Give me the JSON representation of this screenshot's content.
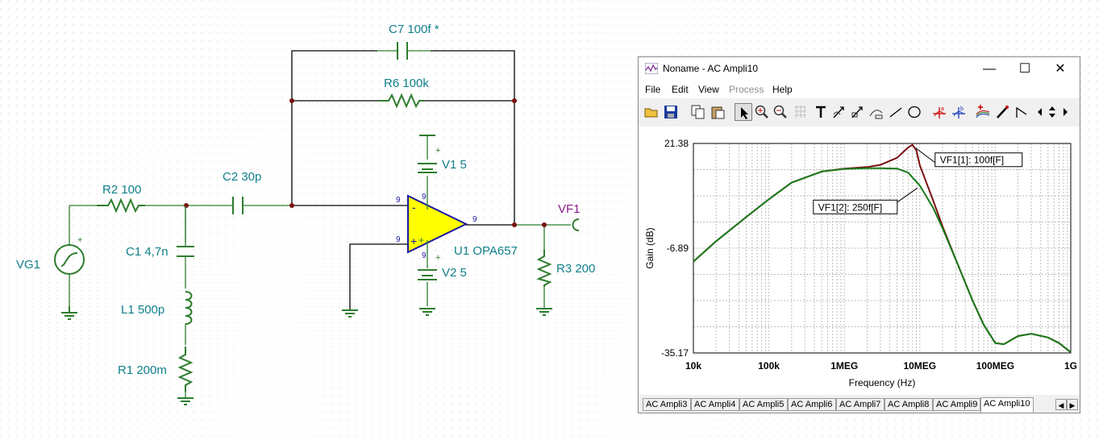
{
  "schematic": {
    "components": {
      "c7": "C7 100f *",
      "r6": "R6 100k",
      "c2": "C2 30p",
      "r2": "R2 100",
      "v1": "V1 5",
      "v2": "V2 5",
      "vg1": "VG1",
      "c1": "C1 4,7n",
      "l1": "L1 500p",
      "r1": "R1 200m",
      "u1": "U1 OPA657",
      "r3": "R3 200",
      "vf1": "VF1"
    },
    "pin_labels": {
      "p_inv": "9",
      "p_noninv": "9",
      "p_vtop": "9",
      "p_vbot": "9",
      "p_out": "9"
    },
    "signs": {
      "plus": "+",
      "minus": "-"
    }
  },
  "window": {
    "title": "Noname - AC Ampli10",
    "controls": {
      "minimize": "—",
      "maximize": "☐",
      "close": "✕"
    },
    "menu": [
      {
        "label": "File",
        "enabled": true
      },
      {
        "label": "Edit",
        "enabled": true
      },
      {
        "label": "View",
        "enabled": true
      },
      {
        "label": "Process",
        "enabled": false
      },
      {
        "label": "Help",
        "enabled": true
      }
    ],
    "toolbar_icons": [
      "open-icon",
      "save-icon",
      "copy-icon",
      "paste-icon",
      "pointer-icon",
      "zoom-in-icon",
      "zoom-out-icon",
      "grid-icon",
      "text-icon",
      "arrow-label-icon",
      "label-icon",
      "curve-label-icon",
      "line-icon",
      "ellipse-icon",
      "cursor-a-icon",
      "cursor-b-icon",
      "add-curve-icon",
      "pen-icon",
      "step-icon"
    ],
    "tabs": [
      "AC Ampli3",
      "AC Ampli4",
      "AC Ampli5",
      "AC Ampli6",
      "AC Ampli7",
      "AC Ampli8",
      "AC Ampli9",
      "AC Ampli10"
    ],
    "active_tab": "AC Ampli10"
  },
  "chart_data": {
    "type": "line",
    "xlabel": "Frequency (Hz)",
    "ylabel": "Gain (dB)",
    "x_scale": "log",
    "xlim": [
      10000,
      1000000000
    ],
    "ylim": [
      -35.17,
      21.38
    ],
    "x_ticks": [
      {
        "value": 10000,
        "label": "10k"
      },
      {
        "value": 100000,
        "label": "100k"
      },
      {
        "value": 1000000,
        "label": "1MEG"
      },
      {
        "value": 10000000,
        "label": "10MEG"
      },
      {
        "value": 100000000,
        "label": "100MEG"
      },
      {
        "value": 1000000000,
        "label": "1G"
      }
    ],
    "y_ticks": [
      {
        "value": 21.38,
        "label": "21.38"
      },
      {
        "value": -6.89,
        "label": "-6.89"
      },
      {
        "value": -35.17,
        "label": "-35.17"
      }
    ],
    "grid": true,
    "series": [
      {
        "name": "VF1[1]: 100f[F]",
        "color": "#7a1010",
        "x": [
          10000,
          20000,
          50000,
          100000,
          200000,
          500000,
          1000000,
          2000000,
          3000000,
          5000000,
          7000000,
          8000000,
          9000000,
          10000000,
          15000000,
          20000000,
          30000000,
          50000000,
          70000000,
          100000000,
          130000000,
          200000000,
          300000000,
          500000000,
          700000000,
          1000000000
        ],
        "y": [
          -10.5,
          -5.0,
          1.5,
          6.3,
          10.8,
          13.8,
          14.6,
          15.0,
          15.6,
          17.5,
          20.3,
          21.0,
          19.5,
          15.5,
          6.0,
          -1.0,
          -10.0,
          -21.0,
          -27.5,
          -32.5,
          -32.8,
          -30.6,
          -30.0,
          -31.0,
          -32.5,
          -35.0
        ]
      },
      {
        "name": "VF1[2]: 250f[F]",
        "color": "#1a7a1a",
        "x": [
          10000,
          20000,
          50000,
          100000,
          200000,
          500000,
          1000000,
          2000000,
          3000000,
          5000000,
          7000000,
          10000000,
          15000000,
          20000000,
          30000000,
          50000000,
          70000000,
          100000000,
          130000000,
          200000000,
          300000000,
          500000000,
          700000000,
          1000000000
        ],
        "y": [
          -10.5,
          -5.0,
          1.5,
          6.3,
          10.8,
          13.8,
          14.5,
          14.7,
          14.7,
          14.6,
          13.5,
          10.0,
          4.0,
          -1.5,
          -10.0,
          -21.0,
          -27.5,
          -32.5,
          -32.8,
          -30.6,
          -30.0,
          -31.0,
          -32.5,
          -35.0
        ]
      }
    ],
    "annotations": [
      "VF1[1]: 100f[F]",
      "VF1[2]: 250f[F]"
    ]
  }
}
